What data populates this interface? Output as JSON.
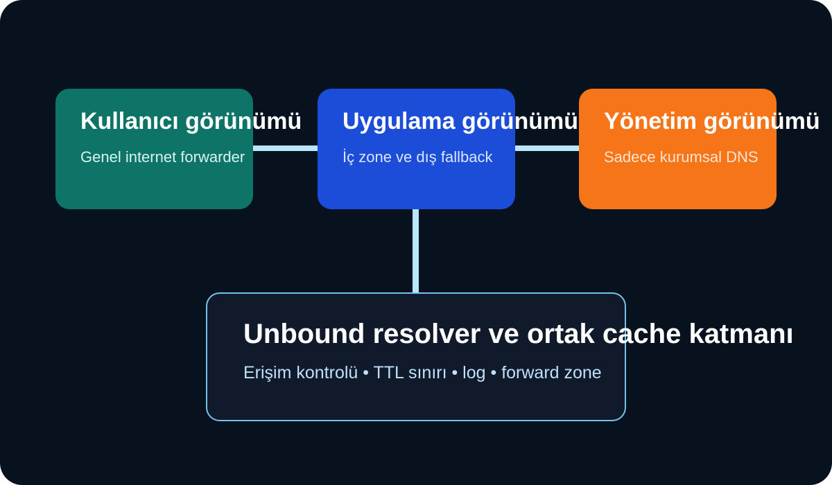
{
  "diagram": {
    "nodes": {
      "user_view": {
        "title": "Kullanıcı görünümü",
        "subtitle": "Genel internet forwarder",
        "color": "#0e7468"
      },
      "app_view": {
        "title": "Uygulama görünümü",
        "subtitle": "İç zone ve dış fallback",
        "color": "#1b4dd9"
      },
      "admin_view": {
        "title": "Yönetim görünümü",
        "subtitle": "Sadece kurumsal DNS",
        "color": "#f77519"
      },
      "resolver": {
        "title": "Unbound resolver ve ortak cache katmanı",
        "subtitle": "Erişim kontrolü • TTL sınırı • log • forward zone",
        "border_color": "#76c2ec"
      }
    },
    "edges": [
      {
        "from": "user_view",
        "to": "app_view"
      },
      {
        "from": "app_view",
        "to": "admin_view"
      },
      {
        "from": "app_view",
        "to": "resolver"
      }
    ],
    "connector_color": "#b9e6fb",
    "background": "#08121e"
  }
}
